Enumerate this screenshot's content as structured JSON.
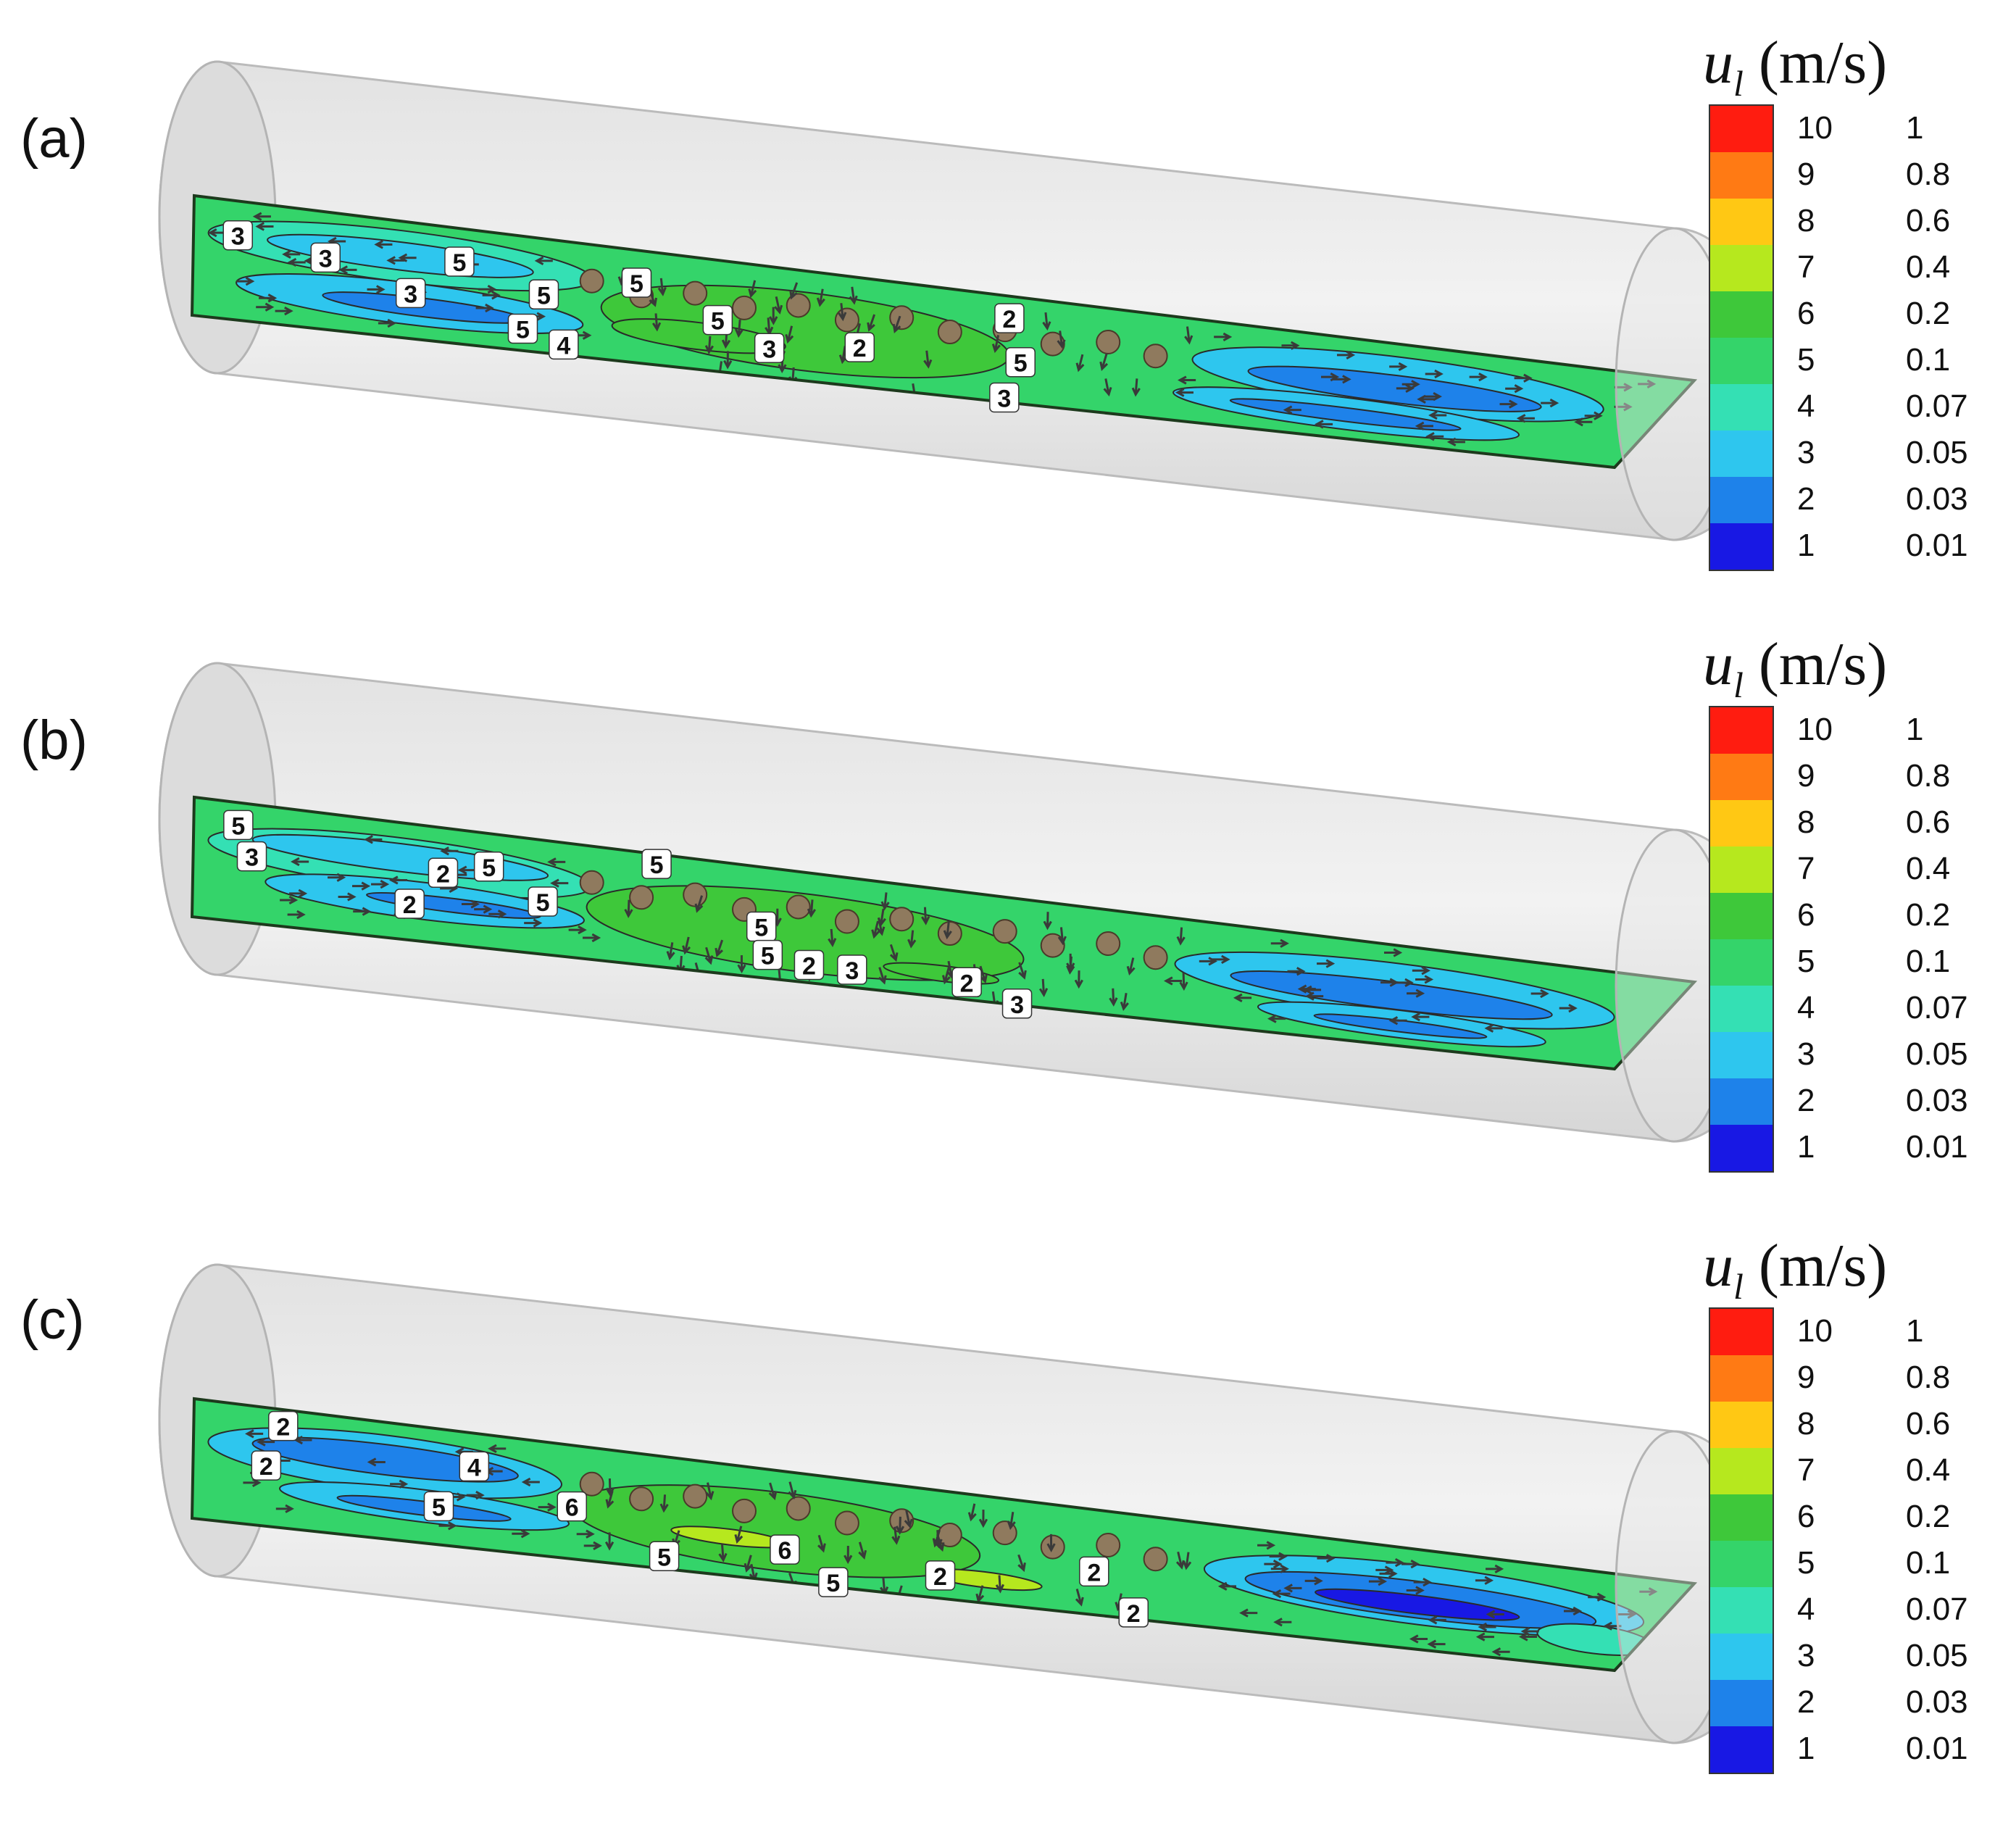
{
  "colorbar": {
    "symbol": "u",
    "subscript": "l",
    "unit": "(m/s)",
    "levels": [
      {
        "level": "10",
        "value": "1",
        "color": "#ff1c10"
      },
      {
        "level": "9",
        "value": "0.8",
        "color": "#ff7a14"
      },
      {
        "level": "8",
        "value": "0.6",
        "color": "#ffc814"
      },
      {
        "level": "7",
        "value": "0.4",
        "color": "#b6e81e"
      },
      {
        "level": "6",
        "value": "0.2",
        "color": "#3ec83a"
      },
      {
        "level": "5",
        "value": "0.1",
        "color": "#34d46a"
      },
      {
        "level": "4",
        "value": "0.07",
        "color": "#34e0b4"
      },
      {
        "level": "3",
        "value": "0.05",
        "color": "#2ec6ee"
      },
      {
        "level": "2",
        "value": "0.03",
        "color": "#1e82ea"
      },
      {
        "level": "1",
        "value": "0.01",
        "color": "#1818e4"
      }
    ]
  },
  "panels": [
    {
      "id": "a",
      "label": "(a)",
      "contour_labels": [
        "3",
        "3",
        "5",
        "5",
        "3",
        "5",
        "5",
        "4",
        "5",
        "3",
        "2",
        "5",
        "3",
        "2"
      ]
    },
    {
      "id": "b",
      "label": "(b)",
      "contour_labels": [
        "5",
        "3",
        "5",
        "2",
        "2",
        "5",
        "5",
        "5",
        "2",
        "5",
        "3",
        "3",
        "2"
      ]
    },
    {
      "id": "c",
      "label": "(c)",
      "contour_labels": [
        "2",
        "2",
        "4",
        "5",
        "6",
        "5",
        "6",
        "5",
        "2",
        "2",
        "2"
      ]
    }
  ]
}
